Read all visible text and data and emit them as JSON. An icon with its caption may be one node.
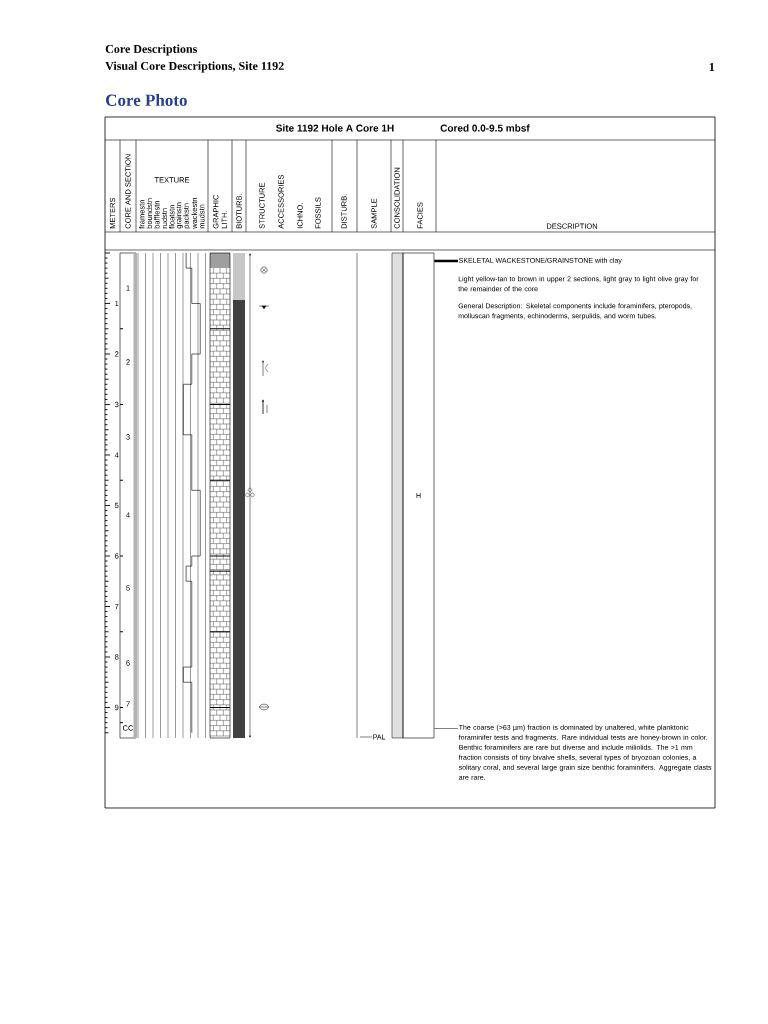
{
  "diagram": {
    "title": "Core Photo",
    "nodes": [
      {
        "text": [
          "SKELETAL WACKESTONE/GRAINSTONE with clay"
        ]
      },
      {
        "text": [
          "The coarse (>63 µm) fraction is dominated by unaltered, white planktonic foraminifer tests and fragments.  Rare individual tests are honey-brown in color.  Benthic foraminifers are rare but diverse and include miliolids. The >1 mm fraction consists of tiny bivalve shells, several types of bryozoan colonies, a solitary coral, and several large grain size benthic foraminifers.  Aggregate clasts are rare."
        ]
      },
      {
        "text": [
          "PAL"
        ]
      },
      {
        "text": [
          "H"
        ]
      }
    ],
    "edges": [
      {
        "from": 0,
        "to": 3,
        "arrow": "none",
        "style": "thick"
      },
      {
        "from": 1,
        "to": 3,
        "arrow": "none"
      },
      {
        "from": 2,
        "to": null,
        "arrow": "none"
      }
    ],
    "labels": [
      "Core Descriptions",
      "Visual Core Descriptions, Site 1192",
      "1",
      "Site 1192 Hole A Core 1H",
      "Cored 0.0-9.5 mbsf",
      "METERS",
      "CORE AND SECTION",
      "TEXTURE",
      "framestn",
      "boundstn",
      "bafflestn",
      "rudstn",
      "floatstn",
      "grainstn",
      "packstn",
      "wackestn",
      "mudstn",
      "GRAPHIC LITH.",
      "BIOTURB.",
      "STRUCTURE",
      "ACCESSORIES",
      "ICHNO.",
      "FOSSILS",
      "DISTURB.",
      "SAMPLE",
      "CONSOLIDATION",
      "FACIES",
      "DESCRIPTION",
      "1",
      "2",
      "3",
      "4",
      "5",
      "6",
      "7",
      "8",
      "9",
      "1",
      "2",
      "3",
      "4",
      "5",
      "6",
      "7",
      "CC",
      "Light yellow-tan to brown in upper 2 sections, light gray to light olive gray for the remainder of the core",
      "General Description: Skeletal components include foraminifers, pteropods, molluscan fragments, echinoderms, serpulids, and worm tubes."
    ]
  }
}
